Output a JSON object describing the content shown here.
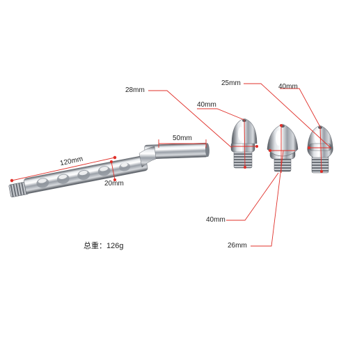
{
  "labels": {
    "tube_length": "120mm",
    "tube_diameter": "20mm",
    "tube_tip": "50mm",
    "nozzle1_diameter": "28mm",
    "nozzle1_length": "40mm",
    "nozzle2_length": "40mm",
    "nozzle2_diameter": "26mm",
    "nozzle3_diameter": "25mm",
    "nozzle3_length": "40mm"
  },
  "weight": "总重：126g",
  "colors": {
    "dimension_line": "#e0302a",
    "text": "#222222",
    "background": "#ffffff"
  }
}
